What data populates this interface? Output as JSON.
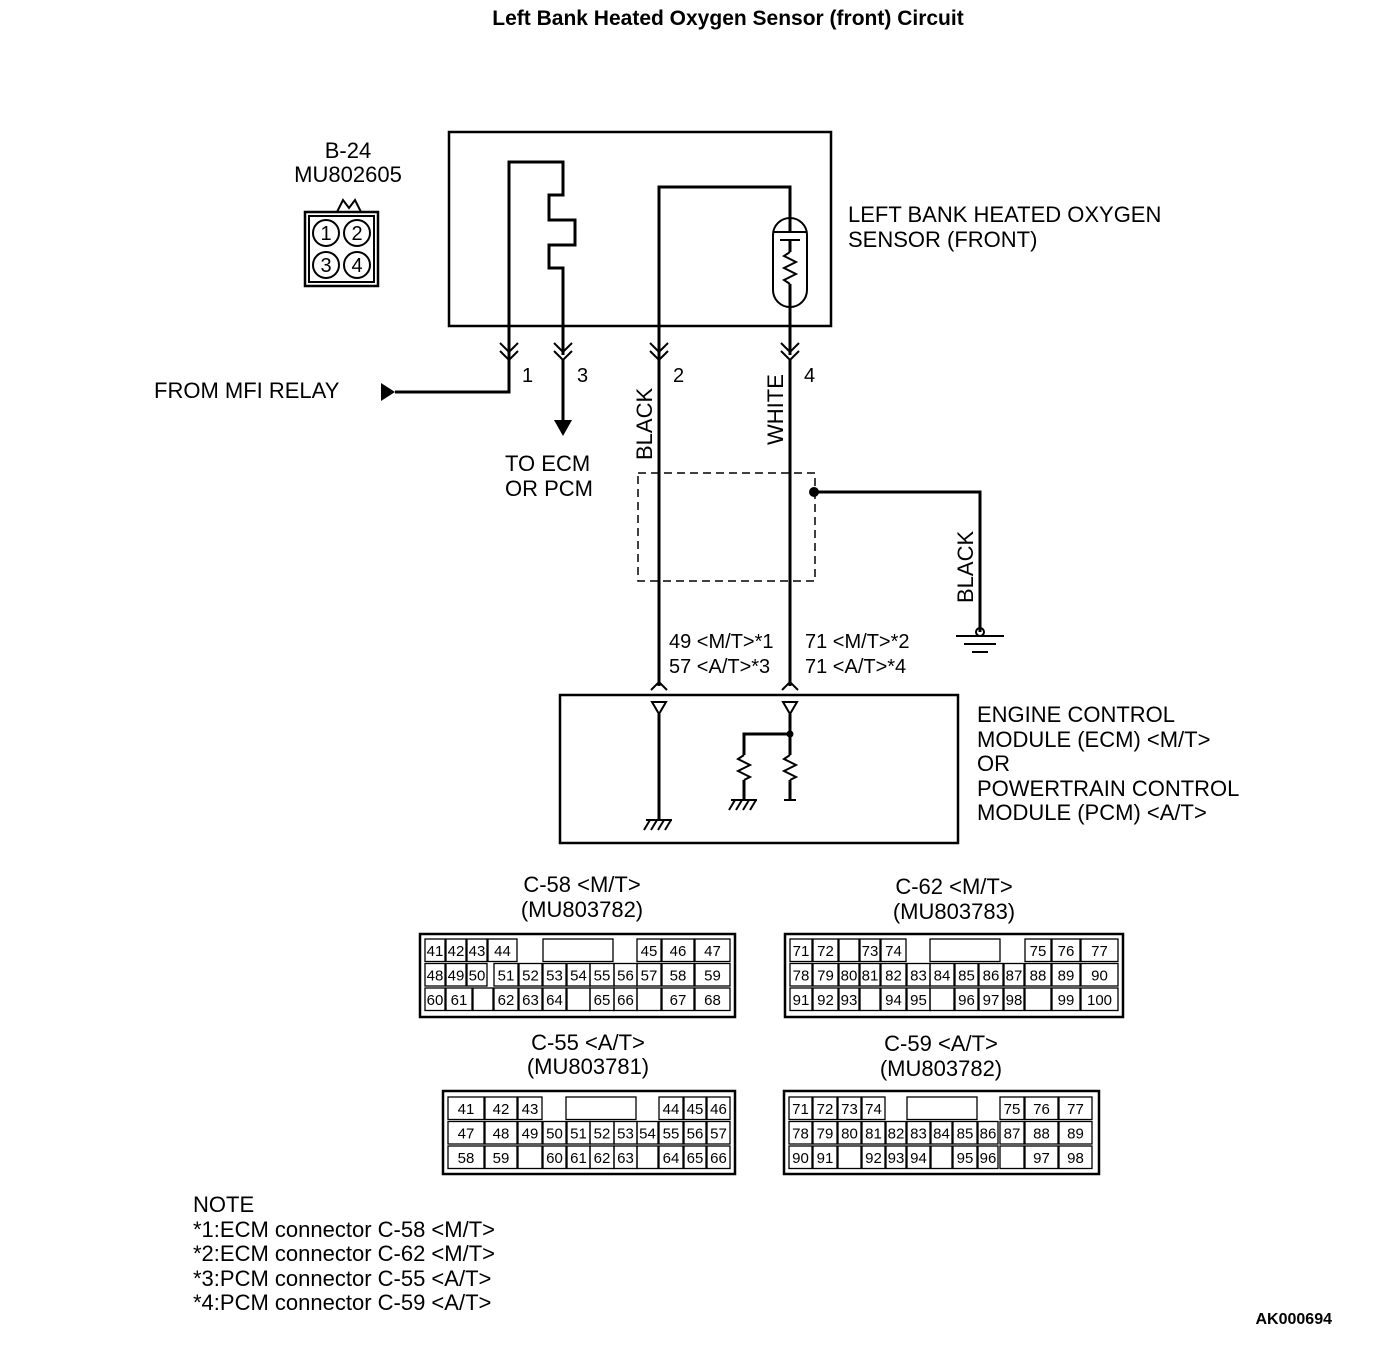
{
  "title": "Left Bank Heated Oxygen Sensor (front) Circuit",
  "sensor_connector": {
    "id": "B-24",
    "part": "MU802605",
    "pins": [
      "1",
      "2",
      "3",
      "4"
    ]
  },
  "sensor_label": [
    "LEFT BANK HEATED OXYGEN",
    "SENSOR (FRONT)"
  ],
  "from_relay": "FROM MFI RELAY",
  "to_ecm": [
    "TO ECM",
    "OR PCM"
  ],
  "pin_numbers": [
    "1",
    "3",
    "2",
    "4"
  ],
  "wire_colors": {
    "left": "BLACK",
    "right": "WHITE",
    "ground": "BLACK"
  },
  "terminal_left": [
    "49 <M/T>*1",
    "57 <A/T>*3"
  ],
  "terminal_right": [
    "71 <M/T>*2",
    "71 <A/T>*4"
  ],
  "ecm_label": [
    "ENGINE CONTROL",
    "MODULE (ECM) <M/T>",
    "OR",
    "POWERTRAIN CONTROL",
    "MODULE (PCM) <A/T>"
  ],
  "connectors": [
    {
      "name": "C-58 <M/T>",
      "part": "(MU803782)",
      "rows": [
        [
          "41",
          "42",
          "43",
          "44",
          "",
          "45",
          "46",
          "47"
        ],
        [
          "48",
          "49",
          "50",
          "51",
          "52",
          "53",
          "54",
          "55",
          "56",
          "57",
          "58",
          "59"
        ],
        [
          "60",
          "61",
          "",
          "62",
          "63",
          "64",
          "",
          "65",
          "66",
          "",
          "67",
          "68"
        ]
      ]
    },
    {
      "name": "C-62 <M/T>",
      "part": "(MU803783)",
      "rows": [
        [
          "71",
          "72",
          "",
          "73",
          "74",
          "",
          "75",
          "76",
          "77"
        ],
        [
          "78",
          "79",
          "80",
          "81",
          "82",
          "83",
          "84",
          "85",
          "86",
          "87",
          "88",
          "89",
          "90"
        ],
        [
          "91",
          "92",
          "93",
          "",
          "94",
          "95",
          "",
          "96",
          "97",
          "98",
          "",
          "99",
          "100"
        ]
      ]
    },
    {
      "name": "C-55 <A/T>",
      "part": "(MU803781)",
      "rows": [
        [
          "41",
          "42",
          "43",
          "",
          "44",
          "45",
          "46"
        ],
        [
          "47",
          "48",
          "49",
          "50",
          "51",
          "52",
          "53",
          "54",
          "55",
          "56",
          "57"
        ],
        [
          "58",
          "59",
          "",
          "60",
          "61",
          "62",
          "63",
          "",
          "64",
          "65",
          "66"
        ]
      ]
    },
    {
      "name": "C-59 <A/T>",
      "part": "(MU803782)",
      "rows": [
        [
          "71",
          "72",
          "73",
          "74",
          "",
          "75",
          "76",
          "77"
        ],
        [
          "78",
          "79",
          "80",
          "81",
          "82",
          "83",
          "84",
          "85",
          "86",
          "87",
          "88",
          "89"
        ],
        [
          "90",
          "91",
          "",
          "92",
          "93",
          "94",
          "",
          "95",
          "96",
          "",
          "97",
          "98"
        ]
      ]
    }
  ],
  "note_title": "NOTE",
  "notes": [
    "*1:ECM connector C-58 <M/T>",
    "*2:ECM connector C-62 <M/T>",
    "*3:PCM connector C-55 <A/T>",
    "*4:PCM connector C-59 <A/T>"
  ],
  "drawing_code": "AK000694"
}
